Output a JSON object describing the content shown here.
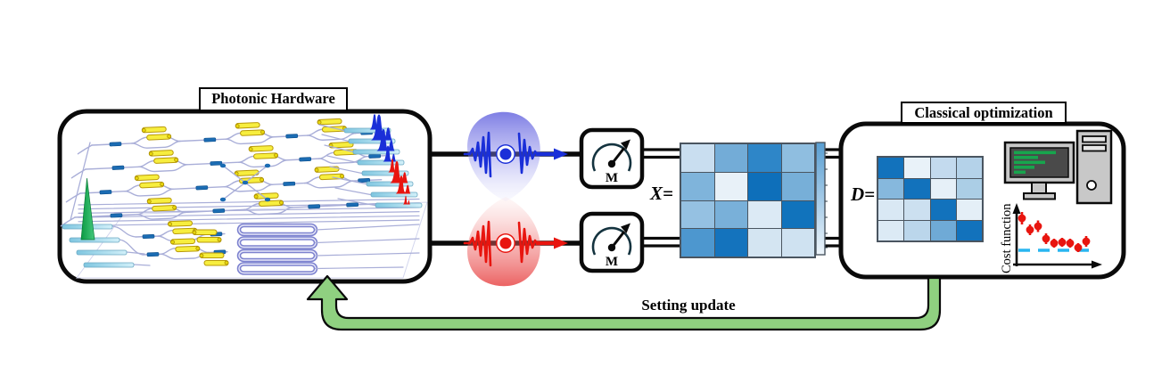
{
  "figure": {
    "left_box_title": "Photonic Hardware",
    "right_box_title": "Classical optimization",
    "meter_label": "M",
    "x_label": "X=",
    "d_label": "D=",
    "feedback_label": "Setting update",
    "cost_ylabel": "Cost function"
  },
  "x_matrix": [
    [
      "#c9def0",
      "#73acd7",
      "#2e86c8",
      "#8fbee0"
    ],
    [
      "#7fb4db",
      "#e8f1f8",
      "#0e6fba",
      "#77afd8"
    ],
    [
      "#95c1e2",
      "#79b0d9",
      "#dceaf5",
      "#1173bc"
    ],
    [
      "#4d97cf",
      "#1473bd",
      "#d4e5f2",
      "#cfe2f1"
    ]
  ],
  "d_matrix": [
    [
      "#1272bc",
      "#e9f2f9",
      "#c3daee",
      "#b4d2e9"
    ],
    [
      "#86b8dd",
      "#1272bc",
      "#e6f0f8",
      "#abcee6"
    ],
    [
      "#d9e8f4",
      "#cce0f0",
      "#1272bc",
      "#e4eff7"
    ],
    [
      "#dceaf5",
      "#bbd6eb",
      "#6faad6",
      "#1272bc"
    ]
  ],
  "chart_data": {
    "type": "scatter",
    "title": "",
    "ylabel": "Cost function",
    "xlabel": "",
    "x": [
      1,
      2,
      3,
      4,
      5,
      6,
      7,
      8,
      9
    ],
    "values": [
      0.9,
      0.64,
      0.72,
      0.44,
      0.34,
      0.36,
      0.34,
      0.24,
      0.38
    ],
    "errors": [
      0.14,
      0.12,
      0.13,
      0.12,
      0.1,
      0.1,
      0.1,
      0.1,
      0.12
    ],
    "baseline": 0.18,
    "point_color": "#e8150f",
    "baseline_color": "#29b6f0",
    "grid": false,
    "axis_ticks": "none (schematic)"
  },
  "colors": {
    "feedback_green": "#8fd080",
    "pulse_blue": "#1a2fd8",
    "pulse_red": "#e8150f",
    "matrix_dark_blue": "#1272bc",
    "waveguide": "#a9aed8",
    "heater_yellow": "#f7ee3e",
    "coupler_blue": "#1b6cb3",
    "delay_purple": "#7d82cf",
    "input_green": "#0b9a43",
    "terminal_green": "#17a54d"
  }
}
